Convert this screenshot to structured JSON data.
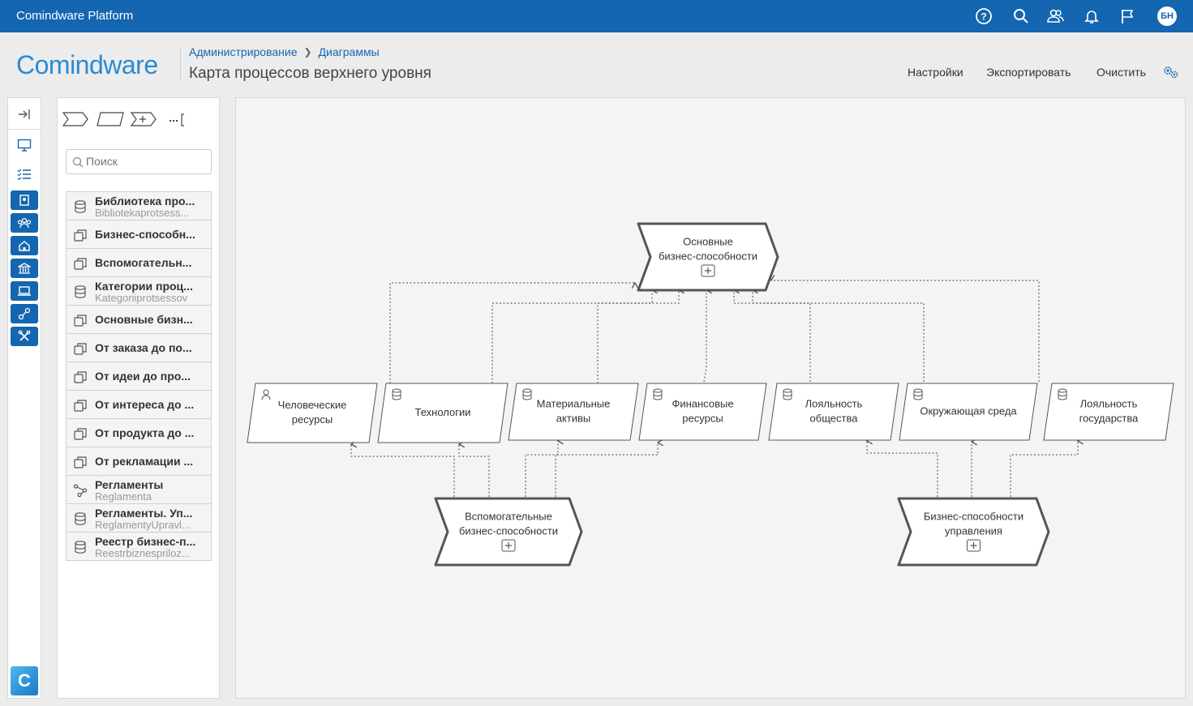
{
  "topbar": {
    "app_title": "Comindware Platform",
    "icons": [
      "help-icon",
      "search-icon",
      "users-icon",
      "bell-icon",
      "flag-icon"
    ],
    "avatar_initials": "БН"
  },
  "header": {
    "logo": "Comindware",
    "breadcrumb": [
      "Администрирование",
      "Диаграммы"
    ],
    "page_title": "Карта процессов верхнего уровня",
    "actions": [
      "Настройки",
      "Экспортировать",
      "Очистить"
    ]
  },
  "panel": {
    "search_placeholder": "Поиск",
    "items": [
      {
        "title": "Библиотека про...",
        "subtitle": "Bibliotekaprotsess...",
        "icon": "database-icon"
      },
      {
        "title": "Бизнес-способн...",
        "subtitle": "",
        "icon": "copy-icon"
      },
      {
        "title": "Вспомогательн...",
        "subtitle": "",
        "icon": "copy-icon"
      },
      {
        "title": "Категории проц...",
        "subtitle": "Kategoriiprotsessov",
        "icon": "database-icon"
      },
      {
        "title": "Основные бизн...",
        "subtitle": "",
        "icon": "copy-icon"
      },
      {
        "title": "От заказа до по...",
        "subtitle": "",
        "icon": "copy-icon"
      },
      {
        "title": "От идеи до про...",
        "subtitle": "",
        "icon": "copy-icon"
      },
      {
        "title": "От интереса до ...",
        "subtitle": "",
        "icon": "copy-icon"
      },
      {
        "title": "От продукта до ...",
        "subtitle": "",
        "icon": "copy-icon"
      },
      {
        "title": "От рекламации ...",
        "subtitle": "",
        "icon": "copy-icon"
      },
      {
        "title": "Регламенты",
        "subtitle": "Reglamenta",
        "icon": "flow-icon"
      },
      {
        "title": "Регламенты. Уп...",
        "subtitle": "ReglamentyUpravl...",
        "icon": "database-icon"
      },
      {
        "title": "Реестр бизнес-п...",
        "subtitle": "Reestrbiznespriloz...",
        "icon": "database-icon"
      }
    ]
  },
  "diagram": {
    "main_top": [
      "Основные",
      "бизнес-способности"
    ],
    "main_left": [
      "Вспомогательные",
      "бизнес-способности"
    ],
    "main_right": [
      "Бизнес-способности",
      "управления"
    ],
    "data_objects": [
      [
        "Человеческие",
        "ресурсы"
      ],
      [
        "Технологии"
      ],
      [
        "Материальные",
        "активы"
      ],
      [
        "Финансовые",
        "ресурсы"
      ],
      [
        "Лояльность",
        "общества"
      ],
      [
        "Окружающая среда"
      ],
      [
        "Лояльность",
        "государства"
      ]
    ]
  }
}
